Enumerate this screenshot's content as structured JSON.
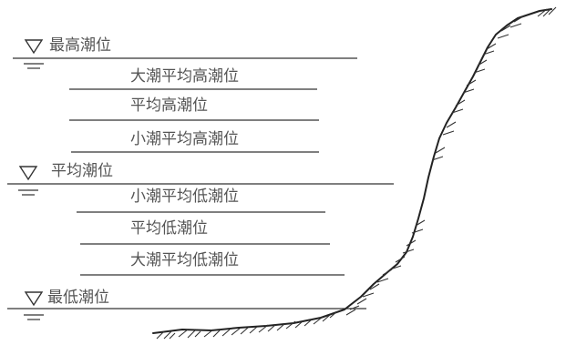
{
  "main_levels": [
    {
      "key": "highest",
      "label": "最高潮位"
    },
    {
      "key": "mean",
      "label": "平均潮位"
    },
    {
      "key": "lowest",
      "label": "最低潮位"
    }
  ],
  "sub_levels": [
    {
      "key": "spring_mhw",
      "label": "大潮平均高潮位"
    },
    {
      "key": "mhw",
      "label": "平均高潮位"
    },
    {
      "key": "neap_mhw",
      "label": "小潮平均高潮位"
    },
    {
      "key": "neap_mlw",
      "label": "小潮平均低潮位"
    },
    {
      "key": "mlw",
      "label": "平均低潮位"
    },
    {
      "key": "spring_mlw",
      "label": "大潮平均低潮位"
    }
  ],
  "symbols": {
    "water_level": "water-level-triangle-icon"
  },
  "colors": {
    "line": "#333333",
    "text": "#555555",
    "bank": "#222222"
  }
}
